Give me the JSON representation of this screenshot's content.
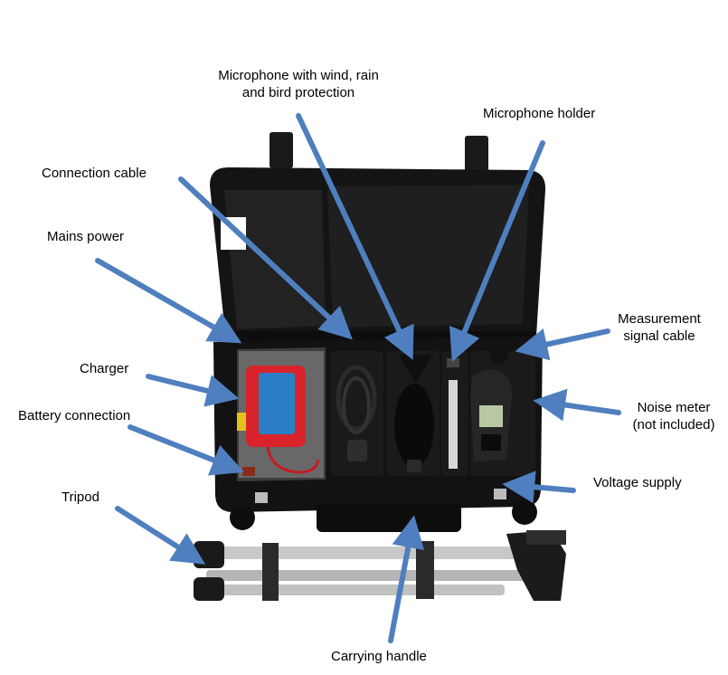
{
  "colors": {
    "arrow": "#4f7fbe",
    "case": "#111111",
    "foam": "#1c1c1c",
    "charger": "#d8232a",
    "charger_panel": "#2a7fc4",
    "meter_screen": "#b9c7a3"
  },
  "labels": {
    "microphone_protection_line1": "Microphone with wind, rain",
    "microphone_protection_line2": "and bird protection",
    "microphone_holder": "Microphone holder",
    "connection_cable": "Connection cable",
    "mains_power": "Mains power",
    "measurement_signal_cable_line1": "Measurement",
    "measurement_signal_cable_line2": "signal cable",
    "charger": "Charger",
    "noise_meter_line1": "Noise meter",
    "noise_meter_line2": "(not included)",
    "battery_connection": "Battery connection",
    "voltage_supply": "Voltage supply",
    "tripod": "Tripod",
    "carrying_handle": "Carrying handle"
  },
  "icons": [
    "case-icon",
    "charger-icon",
    "cable-icon",
    "microphone-icon",
    "microphone-holder-icon",
    "noise-meter-icon",
    "tripod-icon"
  ]
}
